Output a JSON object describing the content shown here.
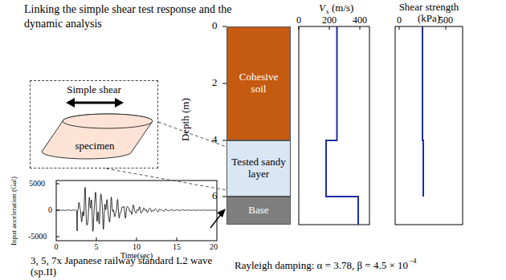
{
  "diagram": {
    "title": "Linking the simple shear test response and the dynamic analysis",
    "nodes": [
      {
        "text": [
          "Simple shear"
        ]
      },
      {
        "text": [
          "specimen"
        ],
        "in": 0
      },
      {
        "text": [
          "Cohesive soil"
        ]
      },
      {
        "text": [
          "Tested sandy layer"
        ]
      },
      {
        "text": [
          "Base"
        ]
      }
    ],
    "edges": [
      {
        "from": 0,
        "to": 3,
        "arrow": "none"
      }
    ],
    "labels": [
      "Depth (m)",
      "0",
      "2",
      "4",
      "6",
      "V",
      "s",
      "(m/s)",
      "0",
      "200",
      "400",
      "Shear strength (kPa)",
      "0",
      "500",
      "Input acceleration (Gal)",
      "5000",
      "0",
      "-5000",
      "0",
      "5",
      "10",
      "15",
      "20",
      "Time(sec)",
      "3, 5, 7x Japanese railway standard L2 wave (sp.II)",
      "Rayleigh damping: α = 3.78, β = 4.5 × 10",
      "−4"
    ]
  }
}
